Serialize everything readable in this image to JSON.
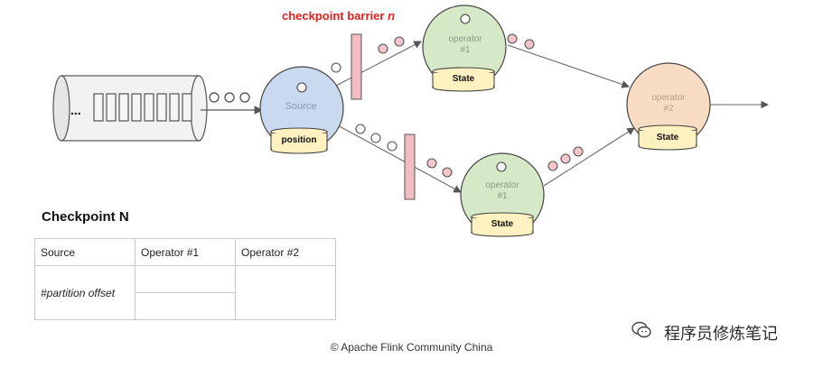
{
  "diagram": {
    "barrier_label": "checkpoint barrier",
    "barrier_var": "n",
    "queue_ellipsis": "...",
    "source": {
      "label": "Source",
      "state": "position"
    },
    "operator1_top": {
      "label_line1": "operator",
      "label_line2": "#1",
      "state": "State"
    },
    "operator1_bottom": {
      "label_line1": "operator",
      "label_line2": "#1",
      "state": "State"
    },
    "operator2": {
      "label_line1": "operator",
      "label_line2": "#2",
      "state": "State"
    }
  },
  "checkpoint_table": {
    "title": "Checkpoint N",
    "headers": [
      "Source",
      "Operator #1",
      "Operator #2"
    ],
    "row_label": "#partition offset"
  },
  "footer": {
    "copyright": "© Apache Flink Community China",
    "watermark": "程序员修炼笔记"
  },
  "colors": {
    "barrier_red": "#e0201b",
    "source_fill": "#c9daf0",
    "operator1_fill": "#d6e9c6",
    "operator2_fill": "#f8dcc4",
    "state_fill": "#fff2c0",
    "record_fill": "#f4c6cc",
    "barrier_fill": "#f1bcc3"
  }
}
